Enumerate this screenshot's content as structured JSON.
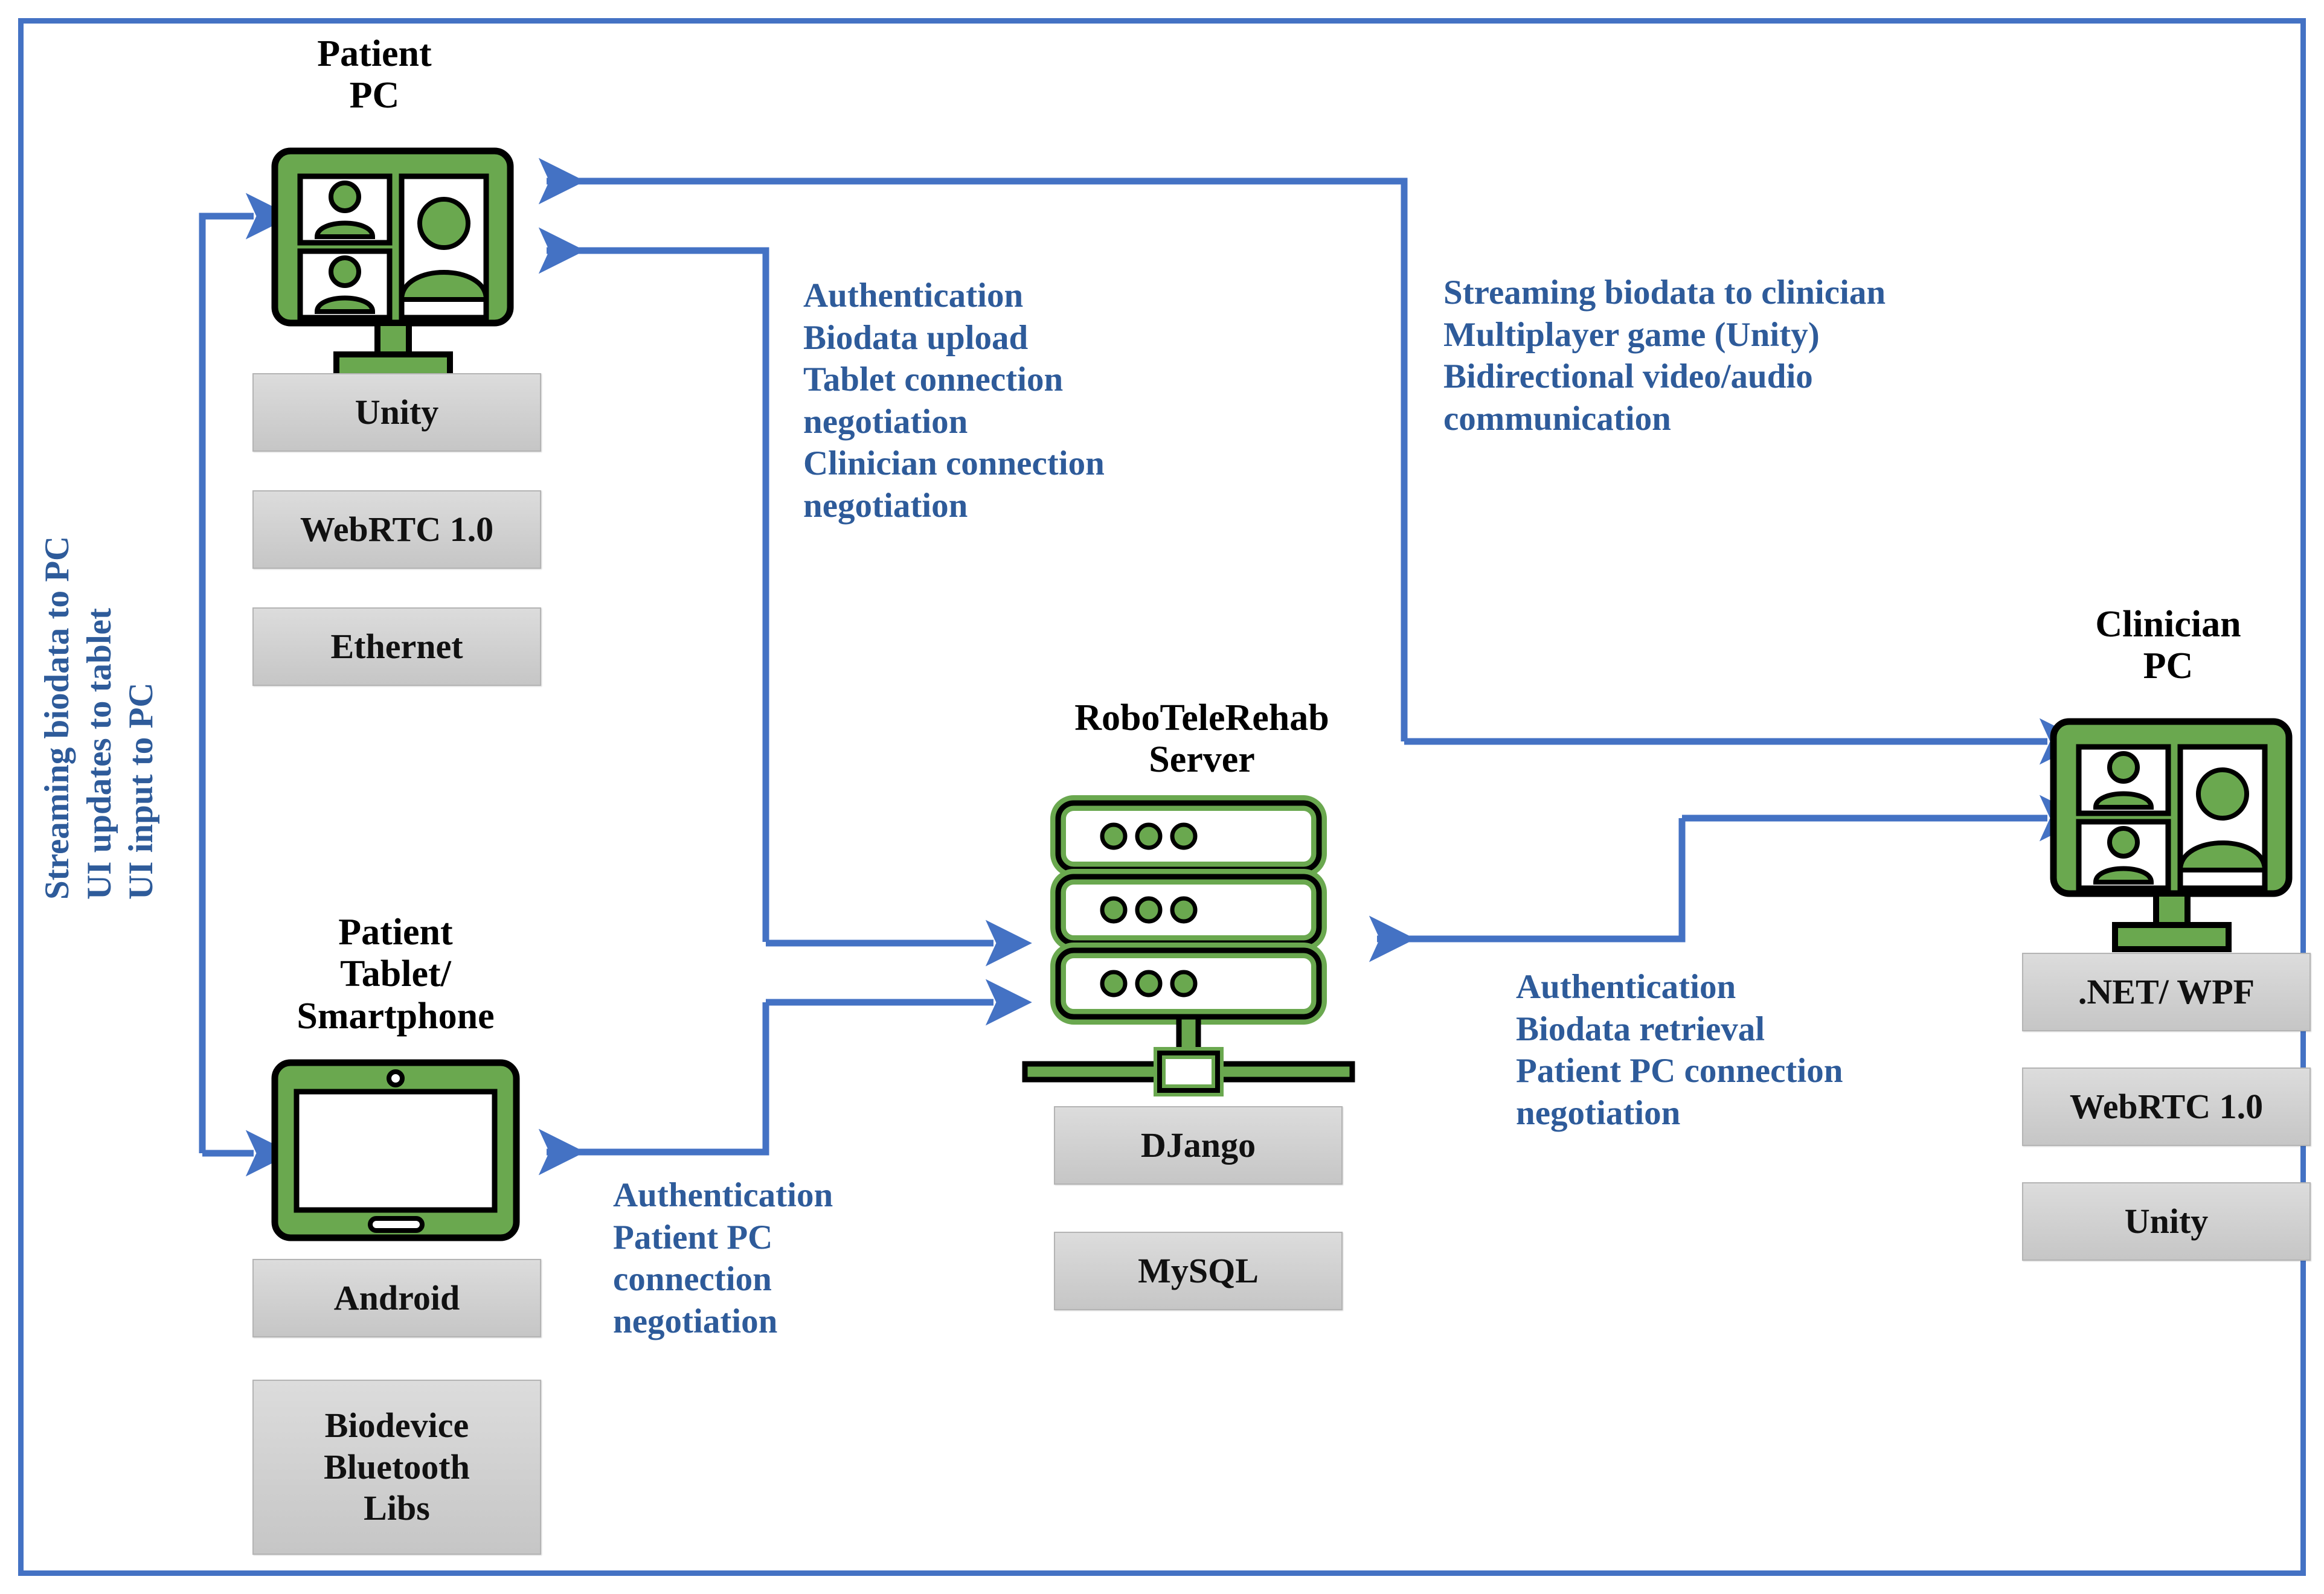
{
  "diagram": {
    "title": "RoboTeleRehab system architecture",
    "border_color": "#4472C4",
    "arrow_color": "#4472C4",
    "device_color": "#6AA84F",
    "annotation_color": "#2E5B9A",
    "stack_box_color": "#D3D3D3"
  },
  "nodes": {
    "patient_pc": {
      "title": "Patient\nPC",
      "icon": "monitor-video-call-icon",
      "stack": [
        {
          "label": "Unity"
        },
        {
          "label": "WebRTC 1.0"
        },
        {
          "label": "Ethernet"
        }
      ]
    },
    "patient_tablet": {
      "title": "Patient\nTablet/\nSmartphone",
      "icon": "tablet-icon",
      "stack": [
        {
          "label": "Android"
        },
        {
          "label": "Biodevice\nBluetooth\nLibs"
        }
      ]
    },
    "server": {
      "title": "RoboTeleRehab\nServer",
      "icon": "server-rack-icon",
      "stack": [
        {
          "label": "DJango"
        },
        {
          "label": "MySQL"
        }
      ]
    },
    "clinician_pc": {
      "title": "Clinician\nPC",
      "icon": "monitor-video-call-icon",
      "stack": [
        {
          "label": ".NET/ WPF"
        },
        {
          "label": "WebRTC 1.0"
        },
        {
          "label": "Unity"
        }
      ]
    }
  },
  "annotations": {
    "tablet_pc_link": "Streaming biodata to PC\nUI updates to tablet\nUI input to PC",
    "patient_pc_server": "Authentication\nBiodata upload\nTablet connection\nnegotiation\nClinician connection\nnegotiation",
    "patient_pc_clinician": "Streaming biodata to clinician\nMultiplayer game (Unity)\nBidirectional video/audio\ncommunication",
    "tablet_server": "Authentication\nPatient PC\nconnection\nnegotiation",
    "clinician_server": "Authentication\nBiodata retrieval\nPatient PC connection\nnegotiation"
  }
}
